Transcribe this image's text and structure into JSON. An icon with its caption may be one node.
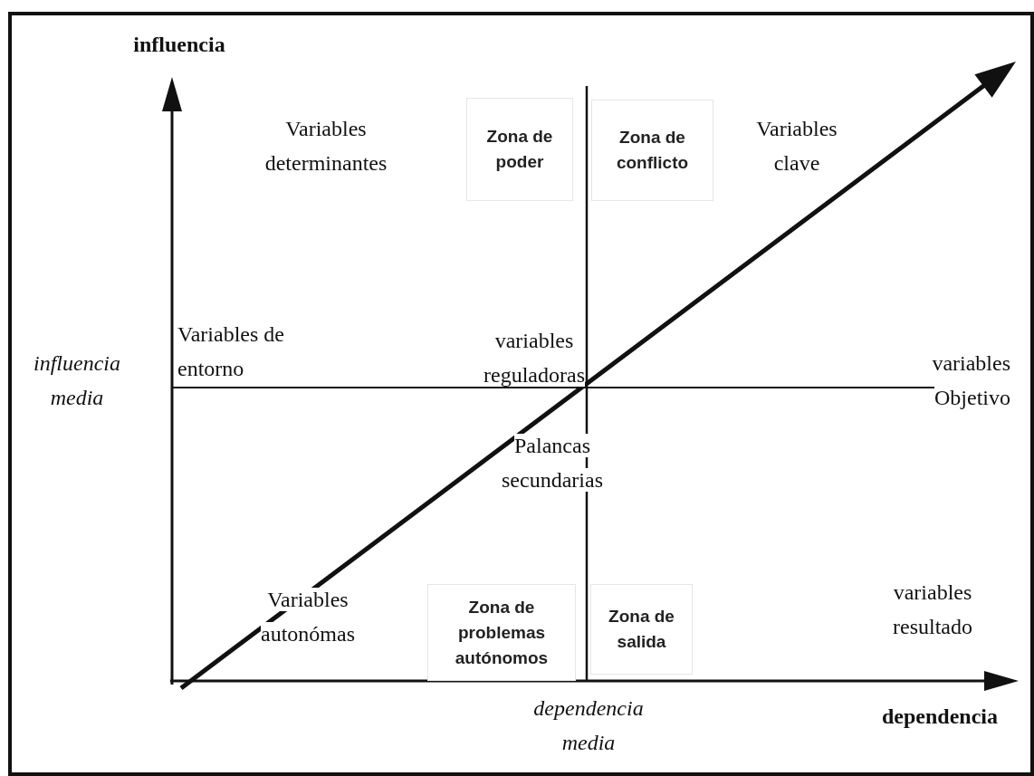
{
  "diagram": {
    "nodes": [
      {
        "text": [
          "Zona de poder"
        ]
      },
      {
        "text": [
          "Zona de conflicto"
        ]
      },
      {
        "text": [
          "Zona de problemas autónomos"
        ]
      },
      {
        "text": [
          "Zona de salida"
        ]
      }
    ],
    "labels": [
      "influencia",
      "Variables determinantes",
      "Variables clave",
      "Variables de entorno",
      "influencia media",
      "variables reguladoras",
      "variables Objetivo",
      "Palancas secundarias",
      "Variables autonómas",
      "variables resultado",
      "dependencia media",
      "dependencia"
    ]
  }
}
